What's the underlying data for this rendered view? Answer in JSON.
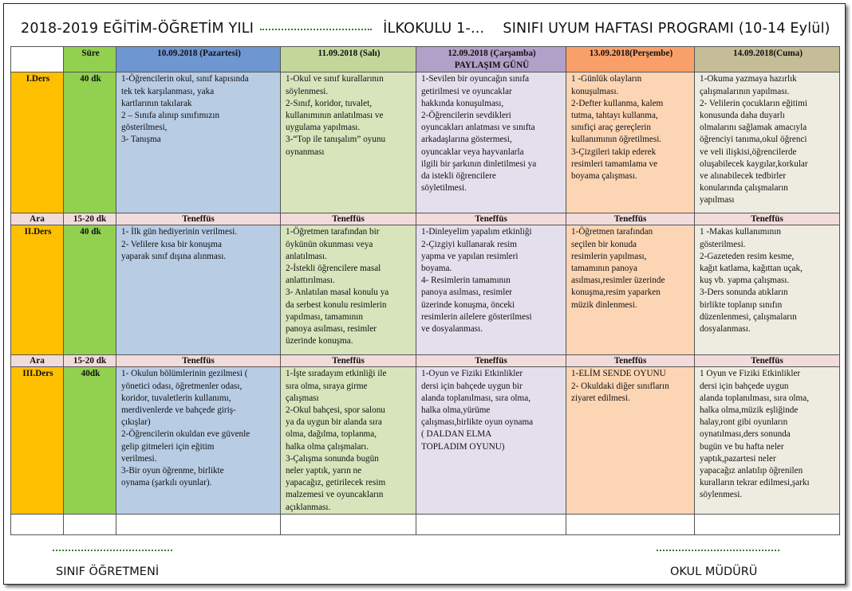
{
  "title": {
    "year": "2018-2019 EĞİTİM-ÖĞRETİM YILI",
    "school": "İLKOKULU 1-...",
    "program": "SINIFI UYUM HAFTASI PROGRAMI (10-14 Eylül)"
  },
  "header": {
    "sure": "Süre",
    "days": [
      {
        "date": "10.09.2018 (Pazartesi)",
        "sub": ""
      },
      {
        "date": "11.09.2018 (Salı)",
        "sub": ""
      },
      {
        "date": "12.09.2018 (Çarşamba)",
        "sub": "PAYLAŞIM GÜNÜ"
      },
      {
        "date": "13.09.2018(Perşembe)",
        "sub": ""
      },
      {
        "date": "14.09.2018(Cuma)",
        "sub": ""
      }
    ]
  },
  "lessons": [
    {
      "name": "I.Ders",
      "duration": "40 dk",
      "cells": [
        [
          "1-Öğrencilerin okul, sınıf kapısında",
          "tek tek karşılanması, yaka",
          "kartlarının takılarak",
          "2 – Sınıfa alınıp sınıfımızın",
          "gösterilmesi,",
          "3- Tanışma"
        ],
        [
          "1-Okul ve sınıf kurallarının",
          "söylenmesi.",
          "2-Sınıf, koridor, tuvalet,",
          "kullanımının anlatılması ve",
          "uygulama yapılması.",
          "3-“Top ile tanışalım” oyunu",
          "oynanması"
        ],
        [
          "1-Sevilen bir oyuncağın sınıfa",
          "getirilmesi ve oyuncaklar",
          "hakkında konuşulması,",
          "2-Öğrencilerin sevdikleri",
          "oyuncakları anlatması ve sınıfta",
          "arkadaşlarına göstermesi,",
          "oyuncaklar veya hayvanlarla",
          "ilgili bir şarkının dinletilmesi ya",
          "da istekli öğrencilere",
          "söyletilmesi."
        ],
        [
          "1 -Günlük olayların",
          "konuşulması.",
          "2-Defter kullanma, kalem",
          "tutma, tahtayı kullanma,",
          "sınıfiçi araç gereçlerin",
          "kullanımının öğretilmesi.",
          "3-Çizgileri takip ederek",
          "resimleri tamamlama ve",
          "boyama çalışması."
        ],
        [
          "1-Okuma yazmaya hazırlık",
          "çalışmalarının yapılması.",
          "2- Velilerin çocukların eğitimi",
          "konusunda daha duyarlı",
          "olmalarını sağlamak amacıyla",
          "öğrenciyi tanıma,okul öğrenci",
          "ve veli ilişkisi,öğrencilerde",
          "oluşabilecek kaygılar,korkular",
          "ve alınabilecek tedbirler",
          "konularında çalışmaların",
          "yapılması"
        ]
      ]
    },
    {
      "name": "II.Ders",
      "duration": "40 dk",
      "cells": [
        [
          "1- İlk gün hediyerinin verilmesi.",
          "2- Velilere kısa bir konuşma",
          "yaparak sınıf dışına alınması."
        ],
        [
          "1-Öğretmen tarafından bir",
          "öykünün okunması veya",
          "anlatılması.",
          "2-İstekli öğrencilere masal",
          "anlattırılması.",
          "3- Anlatılan masal konulu ya",
          "da serbest konulu resimlerin",
          "yapılması, tamamının",
          "panoya asılması, resimler",
          "üzerinde konuşma."
        ],
        [
          "1-Dinleyelim yapalım etkinliği",
          "2-Çizgiyi kullanarak resim",
          "yapma ve yapılan resimleri",
          "boyama.",
          "4- Resimlerin tamamının",
          "panoya asılması, resimler",
          "üzerinde konuşma, önceki",
          "resimlerin ailelere gösterilmesi",
          "ve dosyalanması."
        ],
        [
          "1-Öğretmen tarafından",
          "seçilen bir konuda",
          "resimlerin yapılması,",
          "tamamının panoya",
          "asılması,resimler üzerinde",
          "konuşma,resim yaparken",
          "müzik dinlenmesi."
        ],
        [
          "1 -Makas kullanımının",
          "gösterilmesi.",
          "2-Gazeteden resim kesme,",
          "kağıt katlama, kağıttan uçak,",
          "kuş vb. yapma çalışması.",
          "3-Ders sonunda atıkların",
          "birlikte toplanıp sınıfın",
          "düzenlenmesi, çalışmaların",
          "dosyalanması."
        ]
      ]
    },
    {
      "name": "III.Ders",
      "duration": "40dk",
      "cells": [
        [
          "1- Okulun bölümlerinin gezilmesi (",
          "yönetici odası, öğretmenler odası,",
          "koridor, tuvaletlerin kullanımı,",
          "merdivenlerde ve bahçede giriş-",
          "çıkışlar)",
          "2-Öğrencilerin okuldan eve güvenle",
          "gelip gitmeleri için eğitim",
          "verilmesi.",
          "3-Bir oyun öğrenme, birlikte",
          "oynama (şarkılı oyunlar)."
        ],
        [
          "1-İşte sıradayım etkinliği ile",
          "sıra olma, sıraya girme",
          "çalışması",
          "2-Okul bahçesi, spor salonu",
          "ya da uygun bir alanda sıra",
          "olma, dağılma, toplanma,",
          "halka olma çalışmaları.",
          "3-Çalışma sonunda bugün",
          "neler yaptık, yarın ne",
          "yapacağız, getirilecek resim",
          "malzemesi ve oyuncakların",
          "açıklanması."
        ],
        [
          "1-Oyun ve Fiziki Etkinlikler",
          "dersi için bahçede uygun bir",
          "alanda toplanılması, sıra olma,",
          "halka olma,yürüme",
          "çalışması,birlikte oyun oynama",
          "( DALDAN ELMA",
          "TOPLADIM OYUNU)"
        ],
        [
          "1-ELİM SENDE OYUNU",
          "2- Okuldaki diğer sınıfların",
          "ziyaret edilmesi."
        ],
        [
          "1 Oyun ve Fiziki Etkinlikler",
          "dersi için bahçede uygun",
          "alanda toplanılması, sıra olma,",
          "halka olma,müzik eşliğinde",
          "halay,ront gibi oyunların",
          "oynatılması,ders sonunda",
          "bugün ve bu hafta neler",
          "yaptık,pazartesi neler",
          "yapacağız anlatılıp öğrenilen",
          "kuralların tekrar edilmesi,şarkı",
          "söylenmesi."
        ]
      ]
    }
  ],
  "break": {
    "label": "Ara",
    "duration": "15-20 dk",
    "activity": "Teneffüs"
  },
  "footer": {
    "left": "SINIF ÖĞRETMENİ",
    "right": "OKUL MÜDÜRÜ"
  }
}
